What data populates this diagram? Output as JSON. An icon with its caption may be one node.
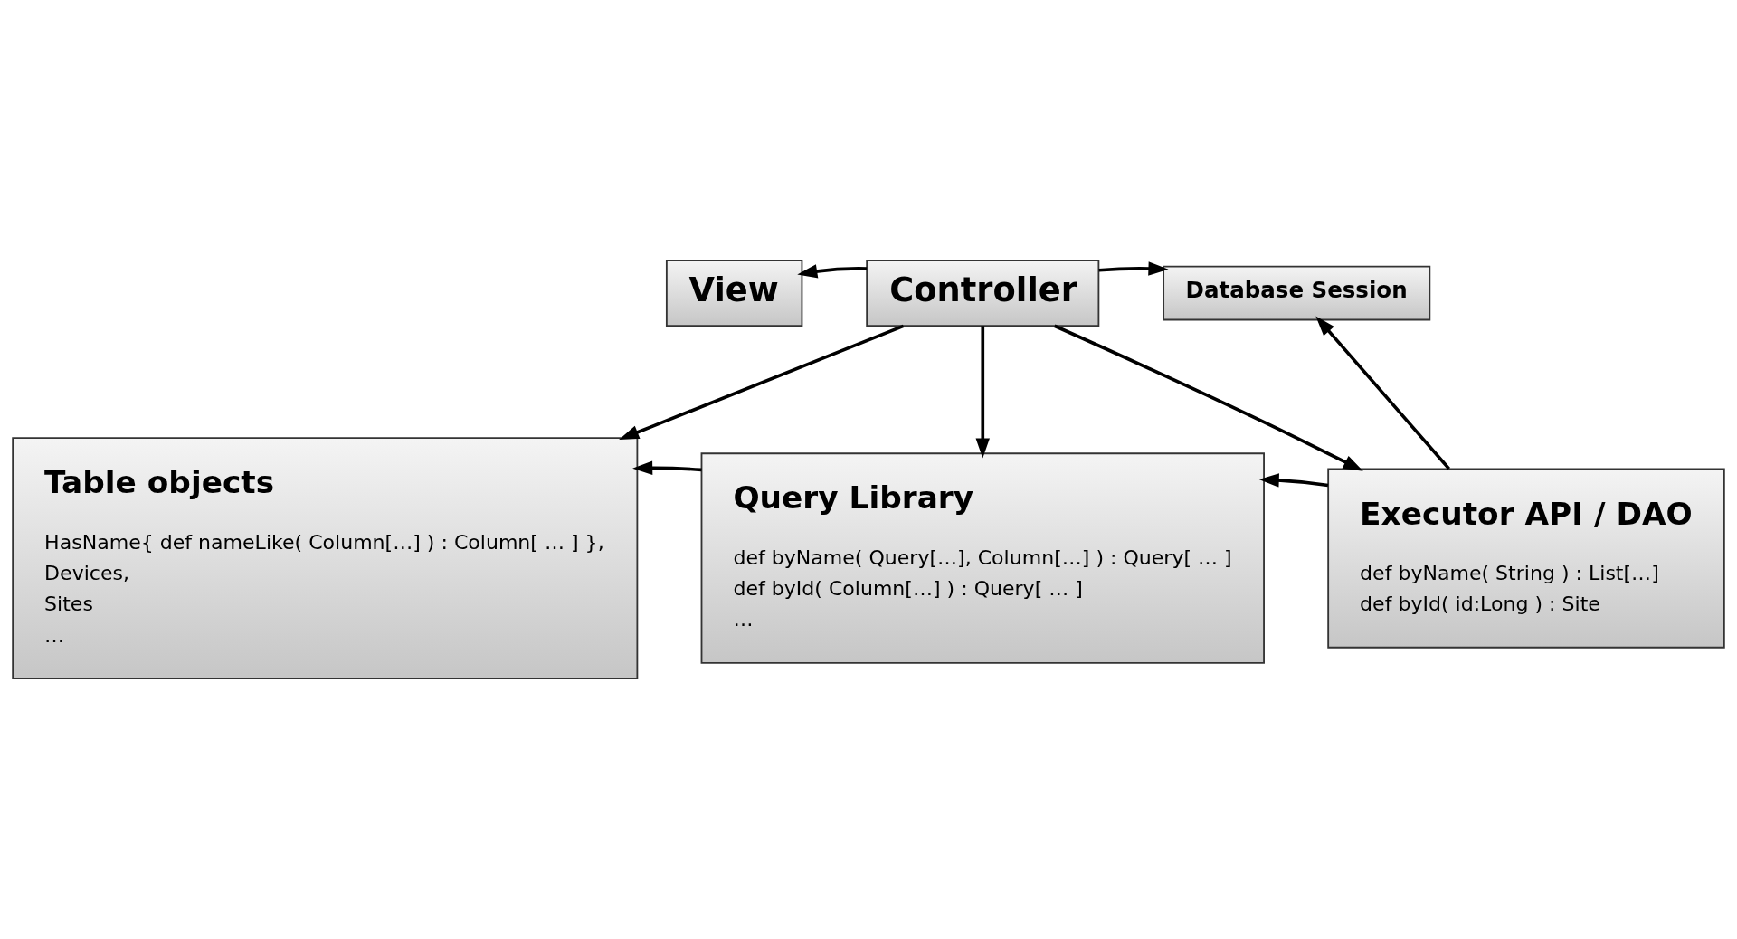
{
  "diagram": {
    "nodes": [
      {
        "text": [
          "View"
        ]
      },
      {
        "text": [
          "Controller"
        ]
      },
      {
        "text": [
          "Database Session"
        ]
      },
      {
        "text": [
          "Table objects",
          "HasName{ def nameLike( Column[…] ) : Column[ … ] },",
          "Devices,",
          "Sites",
          "…"
        ]
      },
      {
        "text": [
          "Query Library",
          "def byName( Query[…], Column[…] ) : Query[ … ]",
          "def byId( Column[…] ) : Query[ … ]",
          "…"
        ]
      },
      {
        "text": [
          "Executor API / DAO",
          "def byName( String ) : List[…]",
          "def byId( id:Long ) : Site"
        ]
      }
    ],
    "edges": [
      {
        "from": 1,
        "to": 0,
        "arrow": "to"
      },
      {
        "from": 1,
        "to": 2,
        "arrow": "to"
      },
      {
        "from": 1,
        "to": 3,
        "arrow": "to"
      },
      {
        "from": 1,
        "to": 4,
        "arrow": "to"
      },
      {
        "from": 1,
        "to": 5,
        "arrow": "to"
      },
      {
        "from": 5,
        "to": 2,
        "arrow": "to"
      },
      {
        "from": 4,
        "to": 3,
        "arrow": "to"
      },
      {
        "from": 5,
        "to": 4,
        "arrow": "to"
      }
    ]
  }
}
